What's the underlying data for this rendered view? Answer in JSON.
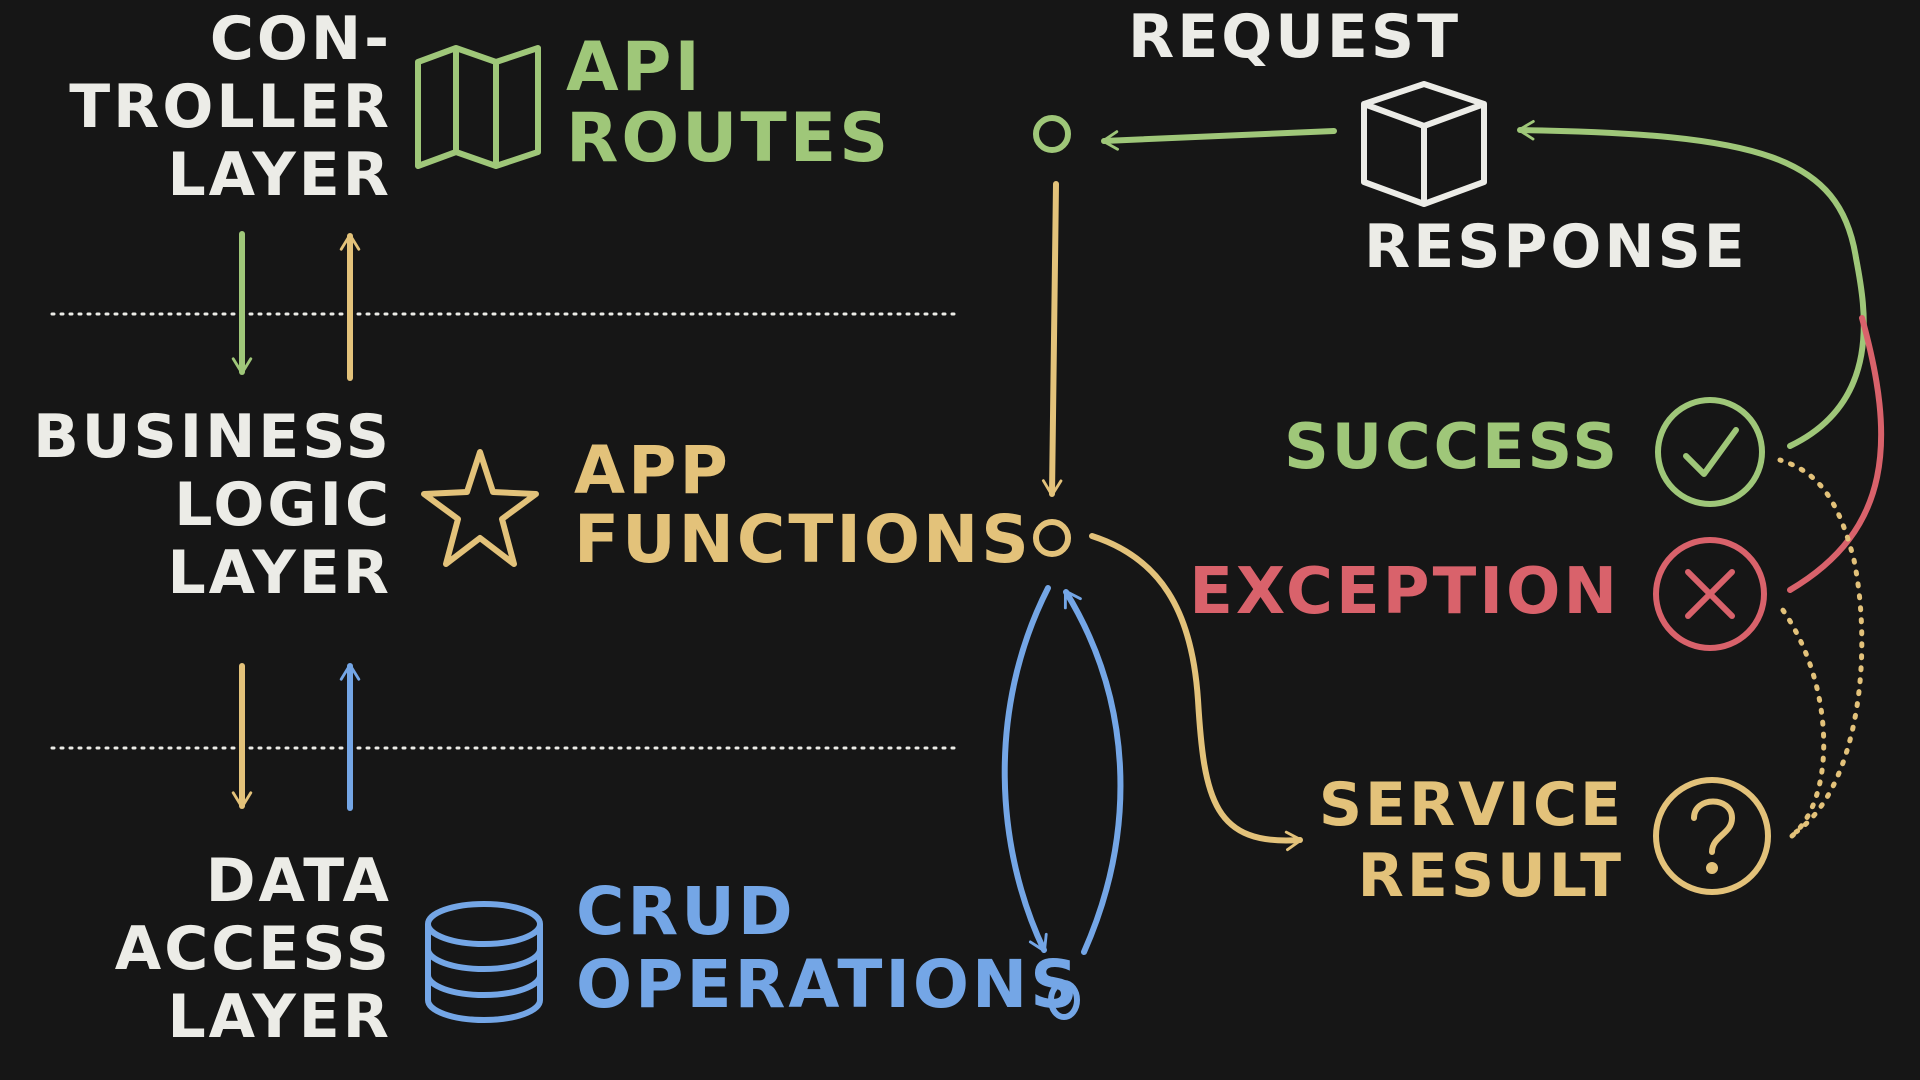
{
  "colors": {
    "background": "#161616",
    "white": "#ecece7",
    "green": "#9fc779",
    "yellow": "#e3c27a",
    "blue": "#74a6e6",
    "red": "#d9626b"
  },
  "layers": {
    "controller": [
      "CON-",
      "TROLLER",
      "LAYER"
    ],
    "business": [
      "BUSINESS",
      "LOGIC",
      "LAYER"
    ],
    "data": [
      "DATA",
      "ACCESS",
      "LAYER"
    ]
  },
  "components": {
    "api_routes": {
      "lines": [
        "API",
        "ROUTES"
      ],
      "icon": "map-icon"
    },
    "app_functions": {
      "lines": [
        "APP",
        "FUNCTIONS"
      ],
      "icon": "star-icon"
    },
    "crud_operations": {
      "lines": [
        "CRUD",
        "OPERATIONS"
      ],
      "icon": "database-icon"
    }
  },
  "flow": {
    "request": "REQUEST",
    "response": "RESPONSE",
    "package_icon": "cube-icon"
  },
  "outcomes": {
    "success": {
      "label": "SUCCESS",
      "icon": "check-circle-icon"
    },
    "exception": {
      "label": "EXCEPTION",
      "icon": "x-circle-icon"
    },
    "service_result": {
      "lines": [
        "SERVICE",
        "RESULT"
      ],
      "icon": "question-circle-icon"
    }
  }
}
